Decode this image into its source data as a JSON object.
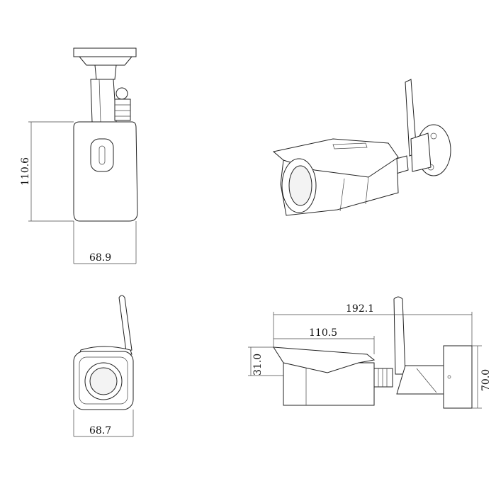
{
  "dimensions": {
    "side_height": "110.6",
    "side_width": "68.9",
    "front_width": "68.7",
    "total_length": "192.1",
    "housing_length": "110.5",
    "hood_height": "31.0",
    "mount_height": "70.0"
  },
  "colors": {
    "line": "#222222",
    "background": "#ffffff"
  }
}
